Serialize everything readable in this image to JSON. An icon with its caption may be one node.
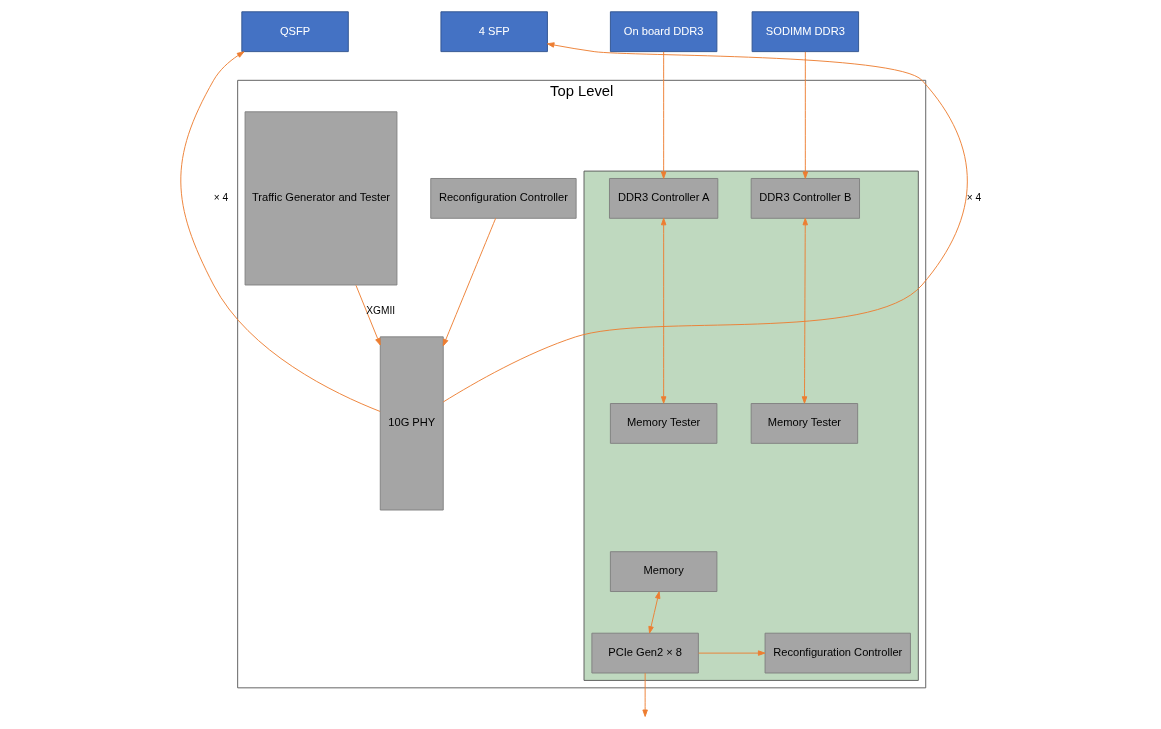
{
  "diagram": {
    "nodes": [
      {
        "text": [
          "Top Level"
        ]
      },
      {
        "text": [
          "Reconfiguration Controller"
        ],
        "in": 0
      },
      {
        "text": [
          "10G PHY"
        ],
        "in": 0
      },
      {
        "text": [
          "Traffic Generator and Tester"
        ],
        "in": 0
      },
      {
        "text": [],
        "shape": "box",
        "in": 0
      },
      {
        "text": [
          "DDR3 Controller A"
        ],
        "in": 4
      },
      {
        "text": [
          "DDR3 Controller B"
        ],
        "in": 4
      },
      {
        "text": [
          "Memory Tester"
        ],
        "in": 4
      },
      {
        "text": [
          "Memory Tester"
        ],
        "in": 4
      },
      {
        "text": [
          "Memory"
        ],
        "in": 4
      },
      {
        "text": [
          "PCIe Gen2 × 8"
        ],
        "in": 4
      },
      {
        "text": [
          "Reconfiguration Controller"
        ],
        "in": 4
      },
      {
        "text": [
          "On board DDR3"
        ]
      },
      {
        "text": [
          "SODIMM DDR3"
        ]
      },
      {
        "text": [
          "QSFP"
        ]
      },
      {
        "text": [
          "4 SFP"
        ]
      }
    ],
    "edges": [
      {
        "from": 12,
        "to": 5,
        "arrow": "to"
      },
      {
        "from": 13,
        "to": 6,
        "arrow": "to"
      },
      {
        "from": 1,
        "to": 2,
        "arrow": "to"
      },
      {
        "from": 2,
        "to": 14,
        "arrow": "to",
        "label": "× 4"
      },
      {
        "from": 2,
        "to": 15,
        "arrow": "to",
        "label": "× 4"
      },
      {
        "from": 3,
        "to": 2,
        "arrow": "to",
        "label": "XGMII"
      },
      {
        "from": 5,
        "to": 7,
        "arrow": "both"
      },
      {
        "from": 6,
        "to": 8,
        "arrow": "both"
      },
      {
        "from": 9,
        "to": 10,
        "arrow": "both"
      },
      {
        "from": 10,
        "to": 11,
        "arrow": "to"
      },
      {
        "from": 10,
        "to": null,
        "arrow": "to"
      }
    ]
  }
}
